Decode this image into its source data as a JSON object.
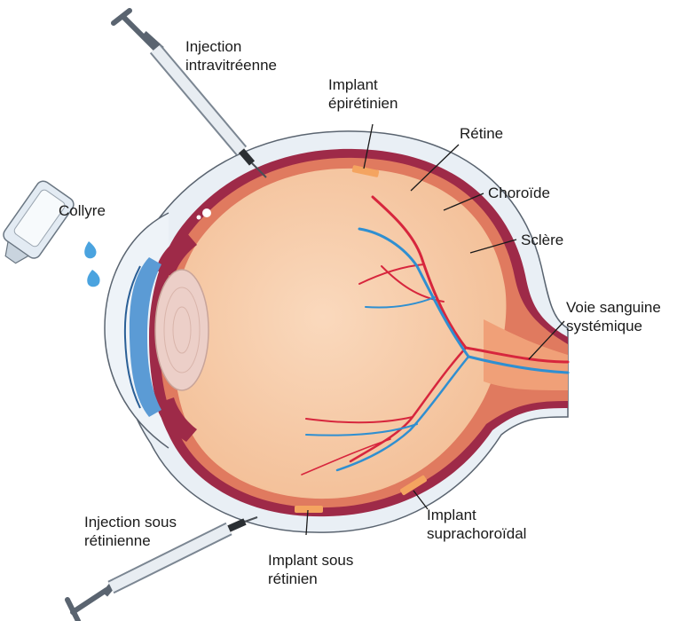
{
  "diagram": {
    "labels": {
      "injection_intravitreenne": [
        "Injection",
        "intravitréenne"
      ],
      "implant_epiretinien": [
        "Implant",
        "épirétinien"
      ],
      "retine": "Rétine",
      "choroide": "Choroïde",
      "sclere": "Sclère",
      "collyre": "Collyre",
      "voie_sanguine": [
        "Voie sanguine",
        "systémique"
      ],
      "injection_sous_retinienne": [
        "Injection sous",
        "rétinienne"
      ],
      "implant_sous_retinien": [
        "Implant sous",
        "rétinien"
      ],
      "implant_suprachoroidal": [
        "Implant",
        "suprachoroïdal"
      ]
    },
    "colors": {
      "sclera": "#e9eff5",
      "sclera_edge": "#5a6470",
      "choroid": "#9e2a48",
      "retina": "#e07a5f",
      "vitreous": "#f6c9a6",
      "lens": "#eccfc8",
      "iris": "#5b9bd5",
      "artery": "#d7263d",
      "vein": "#2f8fd1",
      "implant": "#f4a460",
      "drop": "#4aa3df"
    }
  }
}
